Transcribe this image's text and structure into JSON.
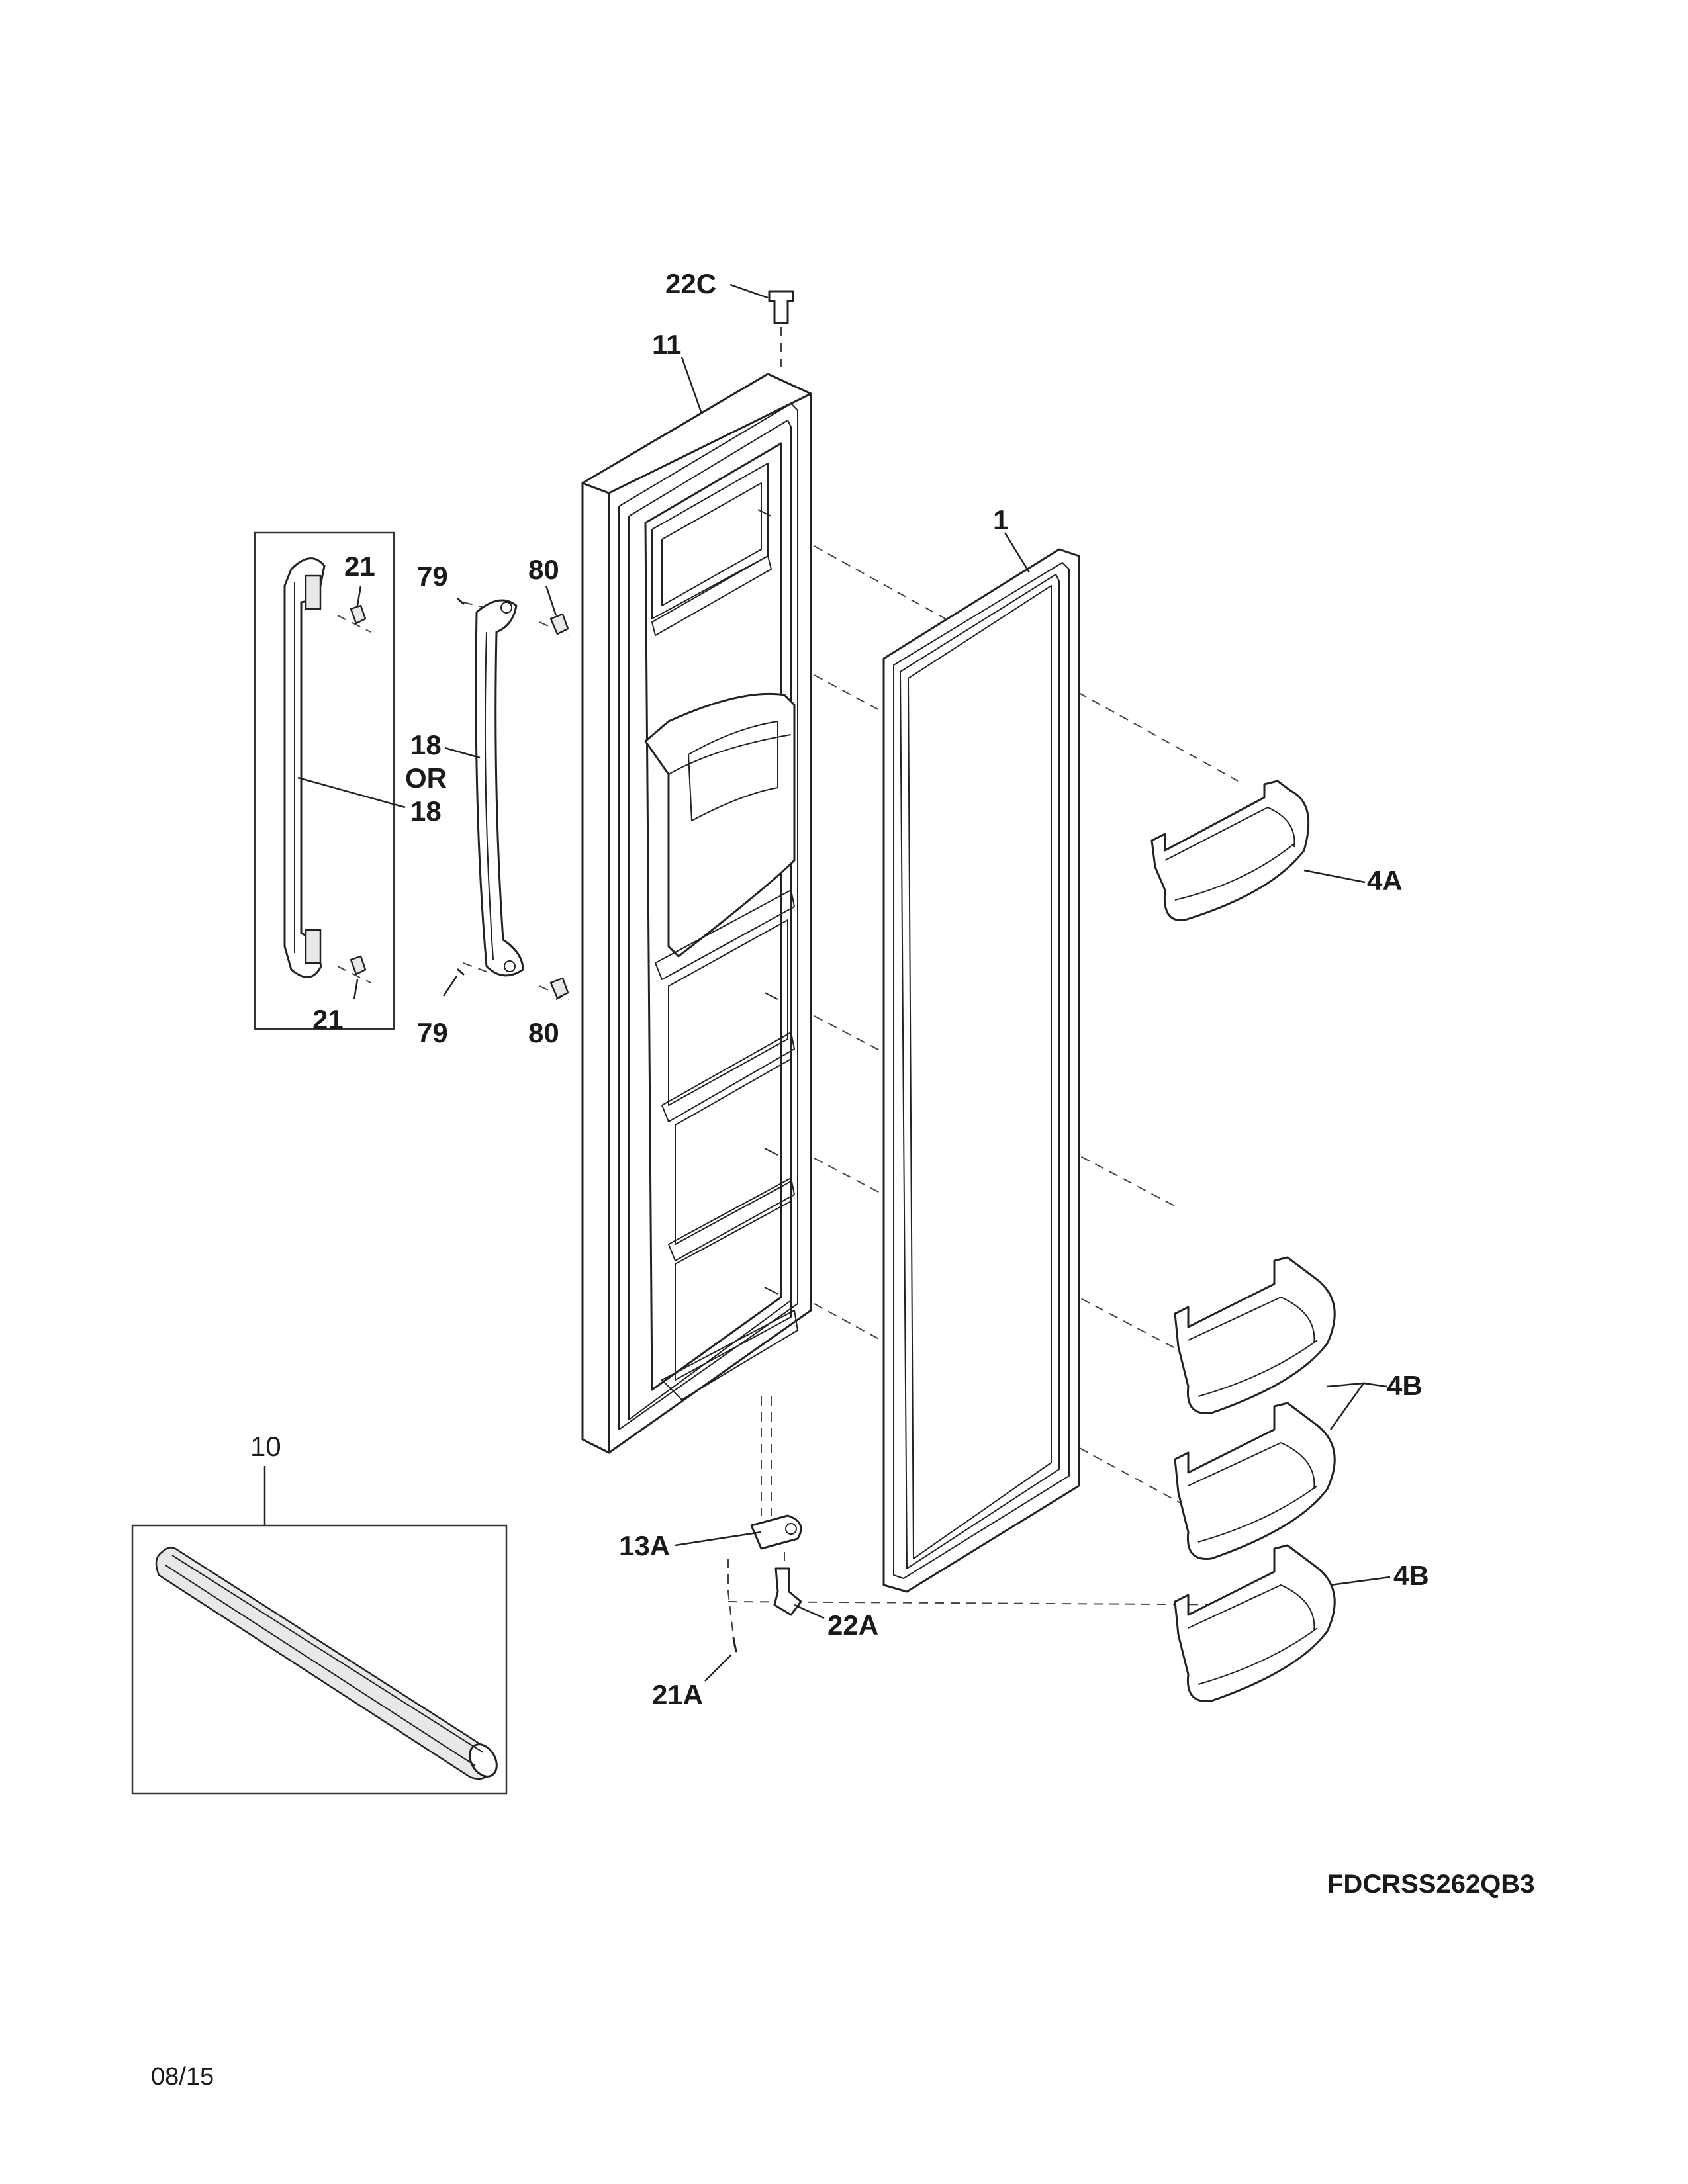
{
  "callouts": {
    "c22C": "22C",
    "c11": "11",
    "c1": "1",
    "c21_top": "21",
    "c79_top": "79",
    "c80_top": "80",
    "c18_a": "18",
    "c18_or": "OR",
    "c18_b": "18",
    "c21_bot": "21",
    "c79_bot": "79",
    "c80_bot": "80",
    "c4A": "4A",
    "c4B_a": "4B",
    "c4B_b": "4B",
    "c10": "10",
    "c13A": "13A",
    "c22A": "22A",
    "c21A": "21A"
  },
  "model_number": "FDCRSS262QB3",
  "date_code": "08/15"
}
